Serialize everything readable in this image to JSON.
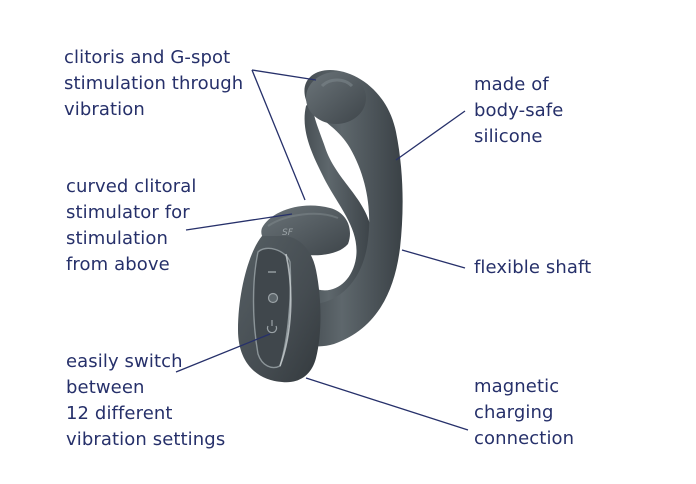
{
  "colors": {
    "text": "#26306a",
    "leader_line": "#26306a",
    "product_body": "#4b5358",
    "background": "#ffffff"
  },
  "callouts": {
    "gspot": "clitoris and G-spot\nstimulation through\nvibration",
    "curved": "curved clitoral\nstimulator for\nstimulation\nfrom above",
    "switch": "easily switch\nbetween\n12 different\nvibration settings",
    "silicone": "made of\nbody-safe\nsilicone",
    "shaft": "flexible shaft",
    "magnetic": "magnetic\ncharging\nconnection"
  },
  "product": {
    "brand_mark": "SF",
    "icons": [
      "power-button-icon",
      "mode-button-icon",
      "plus-button-icon"
    ]
  }
}
